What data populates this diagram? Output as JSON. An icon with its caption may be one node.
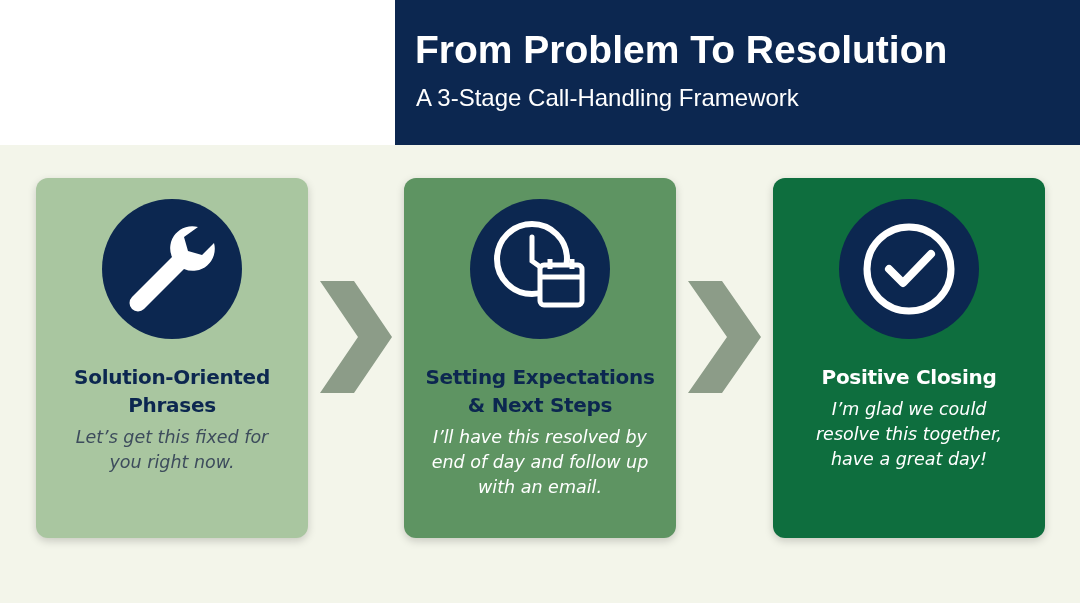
{
  "diagram": {
    "title": "From Problem To Resolution",
    "caption": "A 3-Stage Call-Handling Framework",
    "nodes": [
      {
        "text": [
          "Solution-Oriented Phrases",
          "Let’s get this fixed for you right now."
        ]
      },
      {
        "text": [
          "Setting Expectations & Next Steps",
          "I’ll have this resolved by end of day and follow up with an email."
        ]
      },
      {
        "text": [
          "Positive Closing",
          "I’m glad we could resolve this together, have a great day!"
        ]
      }
    ],
    "edges": [
      {
        "from": 0,
        "to": 1,
        "arrow": "to"
      },
      {
        "from": 1,
        "to": 2,
        "arrow": "to"
      }
    ]
  }
}
